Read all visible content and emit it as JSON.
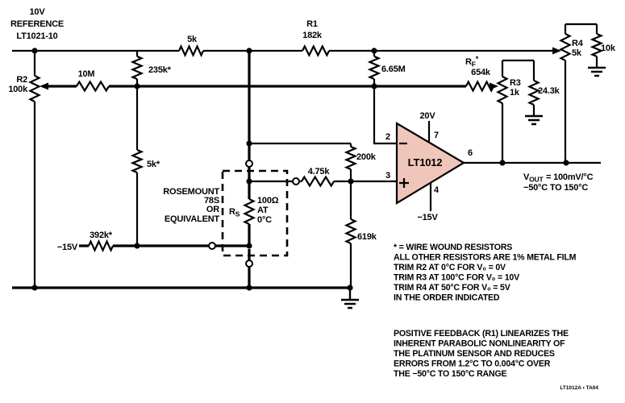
{
  "colors": {
    "opamp_fill": "#f0c6ba",
    "ink": "#000000",
    "background": "#ffffff"
  },
  "reference": {
    "line1": "10V",
    "line2": "REFERENCE",
    "line3": "LT1021-10"
  },
  "labels": {
    "r5k_top": "5k",
    "r1_name": "R1",
    "r1_val": "182k",
    "r235k": "235k*",
    "r665m": "6.65M",
    "r10m": "10M",
    "r2_name": "R2",
    "r2_val": "100k",
    "r5k_star": "5k*",
    "r392k": "392k*",
    "neg15_supply": "−15V",
    "r200k": "200k",
    "r475k": "4.75k",
    "r619k": "619k",
    "rf_r": "R",
    "rf_sub": "F",
    "rf_star": "*",
    "rf_val": "654k",
    "r3_name": "R3",
    "r3_val": "1k",
    "r243k": "24.3k",
    "r4_name": "R4",
    "r4_val": "5k",
    "r10k": "10k"
  },
  "sensor": {
    "line1": "ROSEMOUNT",
    "line2": "78S",
    "line3": "OR",
    "line4": "EQUIVALENT",
    "rs_r": "R",
    "rs_sub": "S",
    "val_line1": "100Ω",
    "val_line2": "AT",
    "val_line3": "0°C"
  },
  "opamp": {
    "part": "LT1012",
    "pin2": "2",
    "pin3": "3",
    "pin4": "4",
    "pin6": "6",
    "pin7": "7",
    "supply_pos": "20V",
    "supply_neg": "−15V",
    "inv": "−",
    "noninv": "+"
  },
  "output": {
    "v": "V",
    "sub": "OUT",
    "rest": "= 100mV/°C",
    "line2": "−50°C TO 150°C"
  },
  "notes_resistors": [
    "* = WIRE WOUND RESISTORS",
    "ALL OTHER RESISTORS ARE 1% METAL FILM",
    "TRIM R2 AT 0°C FOR V₀ = 0V",
    "TRIM R3 AT 100°C FOR V₀ = 10V",
    "TRIM R4 AT 50°C FOR V₀ = 5V",
    "IN THE ORDER INDICATED"
  ],
  "notes_feedback": [
    "POSITIVE FEEDBACK (R1) LINEARIZES THE",
    "INHERENT PARABOLIC NONLINEARITY OF",
    "THE PLATINUM SENSOR AND REDUCES",
    "ERRORS FROM 1.2°C TO 0.004°C OVER",
    "THE −50°C TO 150°C RANGE"
  ],
  "tag": "LT1012A • TA04"
}
